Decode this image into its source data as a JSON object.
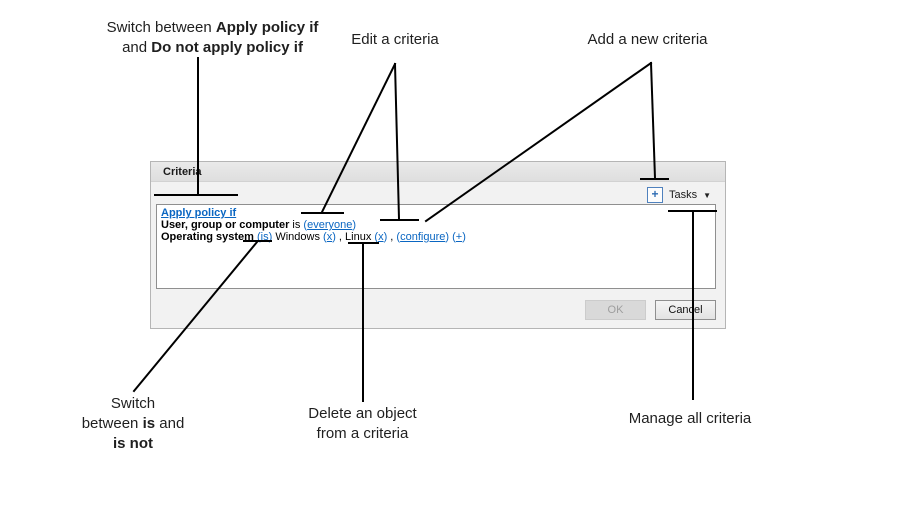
{
  "annotations": {
    "switch_policy": {
      "l1a": "Switch between ",
      "l1b": "Apply policy if",
      "l2a": "and ",
      "l2b": "Do not apply policy if"
    },
    "edit_label": "Edit a criteria",
    "add_label": "Add a new criteria",
    "switch_is": {
      "l1": "Switch",
      "l2a": "between ",
      "l2b": "is",
      "l2c": " and",
      "l3": "is not"
    },
    "delete_label": {
      "l1": "Delete an object",
      "l2": "from a criteria"
    },
    "manage_label": "Manage all criteria"
  },
  "dialog": {
    "title": "Criteria",
    "tasks_button": {
      "plus": "+",
      "label": "Tasks",
      "caret": "▼"
    },
    "criteria": {
      "rule_link": "Apply policy if",
      "user_line": {
        "subject": "User, group or computer",
        "verb": " is ",
        "p1": "(",
        "value": "everyone",
        "p2": ")"
      },
      "os_line": {
        "subject": "Operating system",
        "gap": " ",
        "p1": "(",
        "op": "is",
        "p2": ")",
        "t1": " Windows ",
        "p3": "(",
        "x1": "x",
        "p4": ")",
        "t2": " , Linux ",
        "p5": "(",
        "x2": "x",
        "p6": ")",
        "t3": " , ",
        "p7": "(",
        "configure": "configure",
        "p8": ")",
        "t4": " ",
        "p9": "(",
        "plus": "+",
        "p10": ")"
      }
    },
    "buttons": {
      "ok": "OK",
      "cancel": "Cancel"
    }
  },
  "colors": {
    "link_blue": "#0a66c2",
    "annotation_line": "#000000",
    "dialog_bg": "#f2f2f2"
  }
}
